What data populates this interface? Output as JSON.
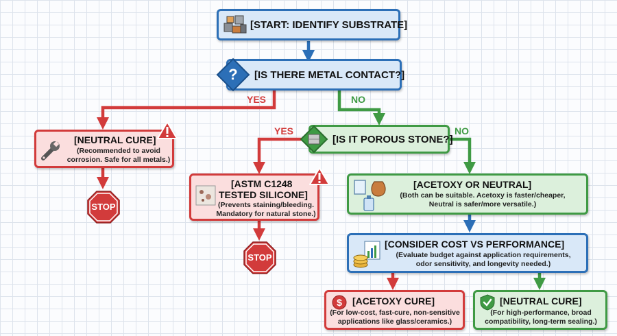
{
  "nodes": {
    "start": {
      "title": "[START: IDENTIFY SUBSTRATE]"
    },
    "metal": {
      "title": "[IS THERE METAL CONTACT?]"
    },
    "neutral_left": {
      "title": "[NEUTRAL CURE]",
      "desc_1": "(Recommended to avoid",
      "desc_2": "corrosion. Safe for all metals.)"
    },
    "stone": {
      "title": "[IS IT POROUS STONE?]"
    },
    "astm": {
      "title_1": "[ASTM C1248",
      "title_2": "TESTED SILICONE]",
      "desc_1": "(Prevents staining/bleeding.",
      "desc_2": "Mandatory for natural stone.)"
    },
    "acetoxy_or_neutral": {
      "title": "[ACETOXY OR NEUTRAL]",
      "desc_1": "(Both can be suitable. Acetoxy is faster/cheaper,",
      "desc_2": "Neutral is safer/more versatile.)"
    },
    "cost": {
      "title": "[CONSIDER COST VS PERFORMANCE]",
      "desc_1": "(Evaluate budget against application requirements,",
      "desc_2": "odor sensitivity, and longevity needed.)"
    },
    "acetoxy_cure": {
      "title": "[ACETOXY CURE]",
      "desc_1": "(For low-cost, fast-cure, non-sensitive",
      "desc_2": "applications like glass/ceramics.)"
    },
    "neutral_cure": {
      "title": "[NEUTRAL CURE]",
      "desc_1": "(For high-performance, broad",
      "desc_2": "compatibility, long-term sealing.)"
    }
  },
  "edge_labels": {
    "metal_yes": "YES",
    "metal_no": "NO",
    "stone_yes": "YES",
    "stone_no": "NO"
  },
  "stop_label": "STOP",
  "colors": {
    "blue": "#2c6fb7",
    "red": "#d23b3b",
    "green": "#3f9a44"
  }
}
